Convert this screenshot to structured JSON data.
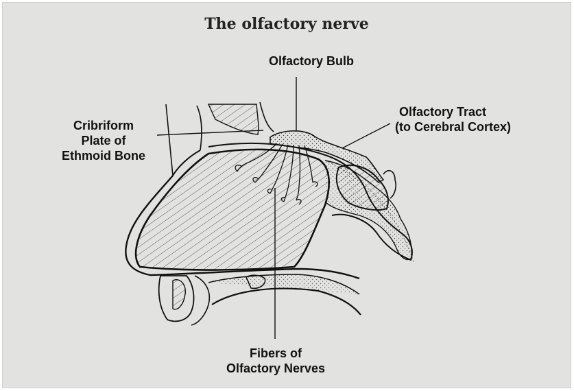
{
  "title": "The olfactory nerve",
  "labels": {
    "bulb": "Olfactory Bulb",
    "tract_line1": "Olfactory Tract",
    "tract_line2": "(to Cerebral Cortex)",
    "cribriform_line1": "Cribriform",
    "cribriform_line2": "Plate of",
    "cribriform_line3": "Ethmoid Bone",
    "fibers_line1": "Fibers of",
    "fibers_line2": "Olfactory Nerves"
  },
  "colors": {
    "background": "#e2e2e0",
    "ink": "#111111"
  }
}
